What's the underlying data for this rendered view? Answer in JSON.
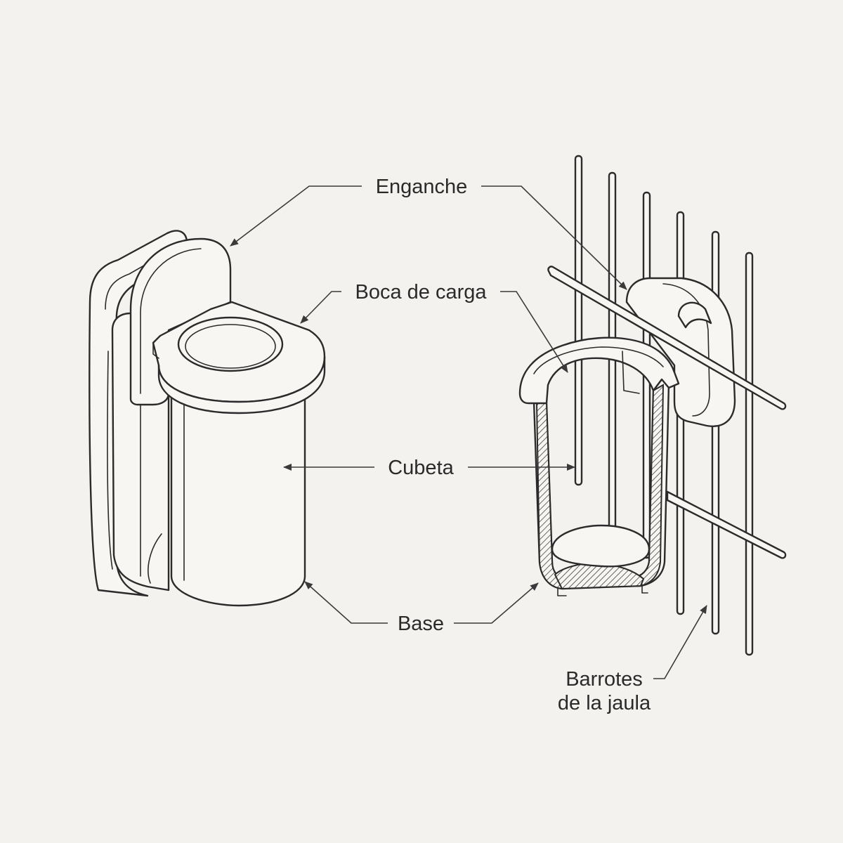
{
  "labels": {
    "enganche": "Enganche",
    "boca_de_carga": "Boca de carga",
    "cubeta": "Cubeta",
    "base": "Base",
    "barrotes_line1": "Barrotes",
    "barrotes_line2": "de la jaula"
  },
  "colors": {
    "background": "#f3f2ee",
    "line": "#2b2b2b",
    "text": "#2a2a2a"
  }
}
